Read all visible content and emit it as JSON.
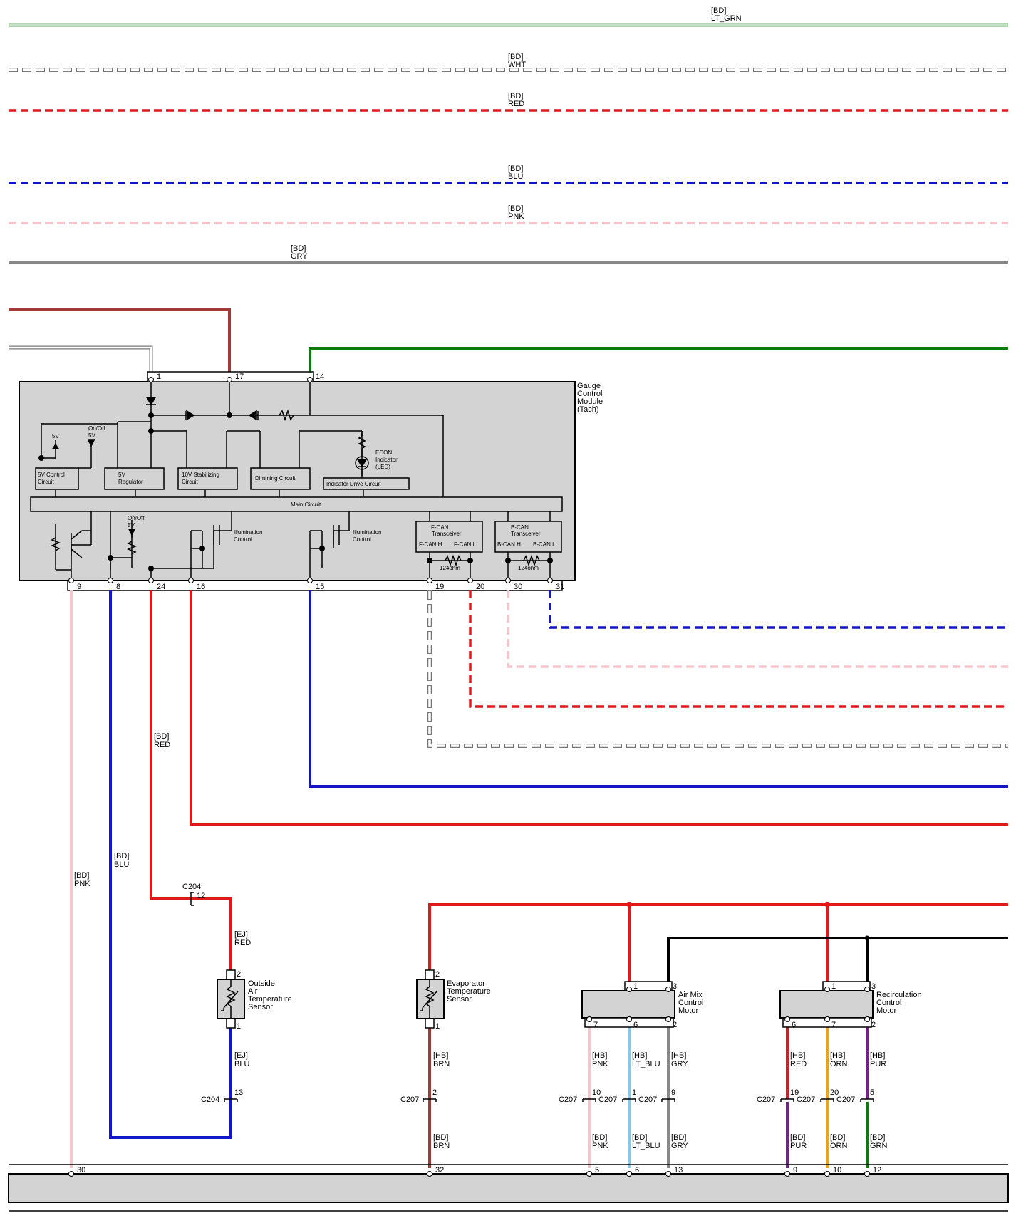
{
  "bus_labels": {
    "ltgrn": [
      "[BD]",
      "LT_GRN"
    ],
    "wht": [
      "[BD]",
      "WHT"
    ],
    "red": [
      "[BD]",
      "RED"
    ],
    "blu": [
      "[BD]",
      "BLU"
    ],
    "pnk": [
      "[BD]",
      "PNK"
    ],
    "gry": [
      "[BD]",
      "GRY"
    ]
  },
  "module": {
    "name": [
      "Gauge",
      "Control",
      "Module",
      "(Tach)"
    ],
    "top_pins": [
      "1",
      "17",
      "14"
    ],
    "bottom_pins": [
      "9",
      "8",
      "24",
      "16",
      "15",
      "19",
      "20",
      "30",
      "31"
    ],
    "blocks": {
      "ctrl5v": [
        "5V Control",
        "Circuit"
      ],
      "reg5v": [
        "5V",
        "Regulator"
      ],
      "stab10v": [
        "10V Stabilizing",
        "Circuit"
      ],
      "dimming": "Dimming Circuit",
      "indicator": "Indicator Drive Circuit",
      "main": "Main Circuit",
      "fcan": [
        "F-CAN",
        "Transceiver"
      ],
      "bcan": [
        "B-CAN",
        "Transceiver"
      ],
      "fcan_h": "F-CAN H",
      "fcan_l": "F-CAN L",
      "bcan_h": "B-CAN H",
      "bcan_l": "B-CAN L",
      "ohm1": "124ohm",
      "ohm2": "124ohm",
      "econ": [
        "ECON",
        "Indicator",
        "(LED)"
      ],
      "illum1": [
        "Illumination",
        "Control"
      ],
      "illum2": [
        "Illumination",
        "Control"
      ],
      "v5a": "5V",
      "onoff5v_a": [
        "On/Off",
        "5V"
      ],
      "onoff5v_b": [
        "On/Off",
        "5V"
      ]
    }
  },
  "wire_labels": {
    "bd_red": [
      "[BD]",
      "RED"
    ],
    "bd_blu": [
      "[BD]",
      "BLU"
    ],
    "bd_pnk": [
      "[BD]",
      "PNK"
    ],
    "ej_red": [
      "[EJ]",
      "RED"
    ],
    "ej_blu": [
      "[EJ]",
      "BLU"
    ],
    "hb_brn": [
      "[HB]",
      "BRN"
    ],
    "bd_brn": [
      "[BD]",
      "BRN"
    ],
    "hb_pnk": [
      "[HB]",
      "PNK"
    ],
    "hb_ltblu": [
      "[HB]",
      "LT_BLU"
    ],
    "hb_gry": [
      "[HB]",
      "GRY"
    ],
    "bd_pnk2": [
      "[BD]",
      "PNK"
    ],
    "bd_ltblu": [
      "[BD]",
      "LT_BLU"
    ],
    "bd_gry": [
      "[BD]",
      "GRY"
    ],
    "hb_red": [
      "[HB]",
      "RED"
    ],
    "hb_orn": [
      "[HB]",
      "ORN"
    ],
    "hb_pur": [
      "[HB]",
      "PUR"
    ],
    "bd_pur": [
      "[BD]",
      "PUR"
    ],
    "bd_orn": [
      "[BD]",
      "ORN"
    ],
    "bd_grn": [
      "[BD]",
      "GRN"
    ]
  },
  "connectors": {
    "c204_top": {
      "name": "C204",
      "pin": "12"
    },
    "c204_bot": {
      "name": "C204",
      "pin": "13"
    },
    "c207_evap": {
      "name": "C207",
      "pin": "2"
    },
    "c207_a": {
      "name": "C207",
      "pin": "10"
    },
    "c207_b": {
      "name": "C207",
      "pin": "1"
    },
    "c207_c": {
      "name": "C207",
      "pin": "9"
    },
    "c207_d": {
      "name": "C207",
      "pin": "19"
    },
    "c207_e": {
      "name": "C207",
      "pin": "20"
    },
    "c207_f": {
      "name": "C207",
      "pin": "5"
    }
  },
  "components": {
    "oat": {
      "name": [
        "Outside",
        "Air",
        "Temperature",
        "Sensor"
      ],
      "pins": [
        "2",
        "1"
      ]
    },
    "evap": {
      "name": [
        "Evaporator",
        "Temperature",
        "Sensor"
      ],
      "pins": [
        "2",
        "1"
      ]
    },
    "airmix": {
      "name": [
        "Air Mix",
        "Control",
        "Motor"
      ],
      "top_pins": [
        "1",
        "3"
      ],
      "bottom_pins": [
        "7",
        "6",
        "2"
      ]
    },
    "recirc": {
      "name": [
        "Recirculation",
        "Control",
        "Motor"
      ],
      "top_pins": [
        "1",
        "3"
      ],
      "bottom_pins": [
        "6",
        "7",
        "2"
      ]
    }
  },
  "bottom_bus_pins": [
    "30",
    "32",
    "5",
    "6",
    "13",
    "9",
    "10",
    "12"
  ],
  "colors": {
    "red": "#e0191b",
    "blue": "#1414c8",
    "pink": "#f7c4cc",
    "ltgrn": "#5fae5f",
    "green": "#0d7a0d",
    "gray": "#888888",
    "brown": "#a23a35",
    "ltblu": "#87c8e6",
    "orange": "#f0a018",
    "purple": "#7a1e8c",
    "module_fill": "#d3d3d3"
  }
}
